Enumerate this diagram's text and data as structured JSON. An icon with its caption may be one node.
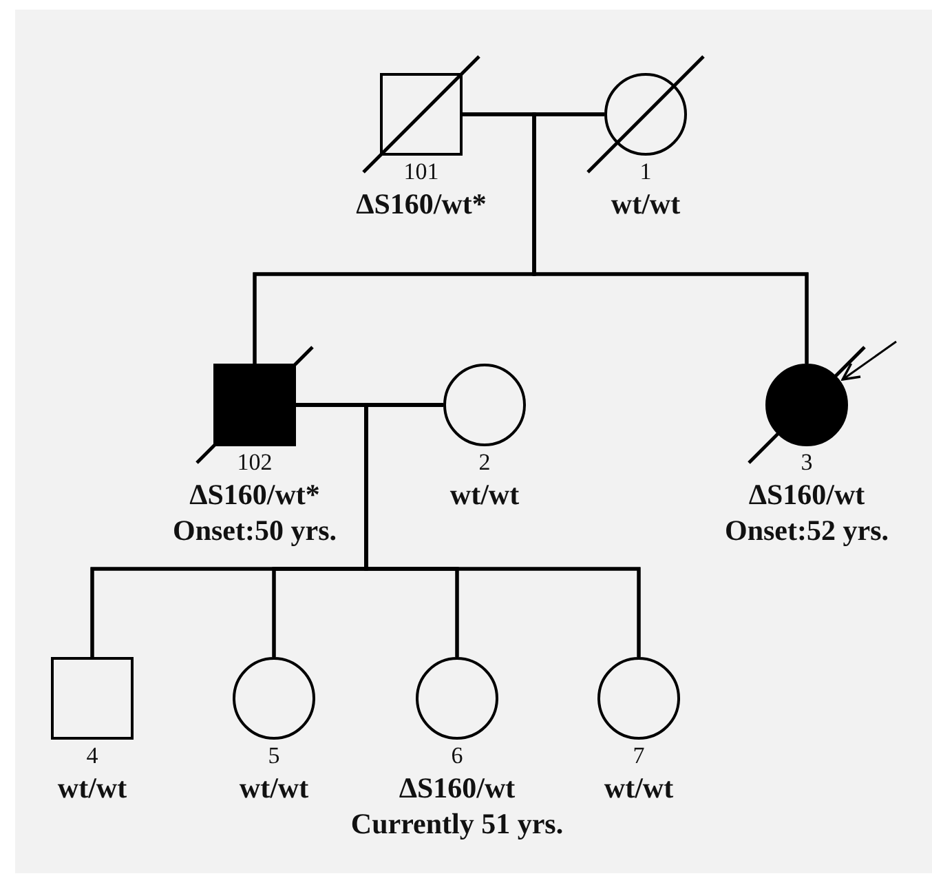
{
  "diagram": {
    "nodes": [
      {
        "text": [],
        "shape": "box",
        "beside": [
          "101",
          "ΔS160/wt*"
        ]
      },
      {
        "text": [],
        "shape": "circle",
        "beside": [
          "1",
          "wt/wt"
        ]
      },
      {
        "text": [],
        "shape": "box",
        "beside": [
          "102",
          "ΔS160/wt*",
          "Onset:50 yrs."
        ]
      },
      {
        "text": [],
        "shape": "circle",
        "beside": [
          "2",
          "wt/wt"
        ]
      },
      {
        "text": [],
        "shape": "circle",
        "beside": [
          "3",
          "ΔS160/wt",
          "Onset:52 yrs."
        ]
      },
      {
        "text": [],
        "shape": "box",
        "beside": [
          "4",
          "wt/wt"
        ]
      },
      {
        "text": [],
        "shape": "circle",
        "beside": [
          "5",
          "wt/wt"
        ]
      },
      {
        "text": [],
        "shape": "circle",
        "beside": [
          "6",
          "ΔS160/wt",
          "Currently 51 yrs."
        ]
      },
      {
        "text": [],
        "shape": "circle",
        "beside": [
          "7",
          "wt/wt"
        ]
      }
    ],
    "edges": [
      {
        "from": 0,
        "to": 1,
        "arrow": "none"
      },
      {
        "from": 0,
        "to": 2,
        "arrow": "none"
      },
      {
        "from": 0,
        "to": 4,
        "arrow": "none"
      },
      {
        "from": 1,
        "to": 2,
        "arrow": "none"
      },
      {
        "from": 1,
        "to": 4,
        "arrow": "none"
      },
      {
        "from": 2,
        "to": 3,
        "arrow": "none"
      },
      {
        "from": 2,
        "to": 5,
        "arrow": "none"
      },
      {
        "from": 2,
        "to": 6,
        "arrow": "none"
      },
      {
        "from": 2,
        "to": 7,
        "arrow": "none"
      },
      {
        "from": 2,
        "to": 8,
        "arrow": "none"
      },
      {
        "from": 3,
        "to": 5,
        "arrow": "none"
      },
      {
        "from": 3,
        "to": 6,
        "arrow": "none"
      },
      {
        "from": 3,
        "to": 7,
        "arrow": "none"
      },
      {
        "from": 3,
        "to": 8,
        "arrow": "none"
      },
      {
        "from": null,
        "to": 4,
        "arrow": "to"
      }
    ]
  }
}
